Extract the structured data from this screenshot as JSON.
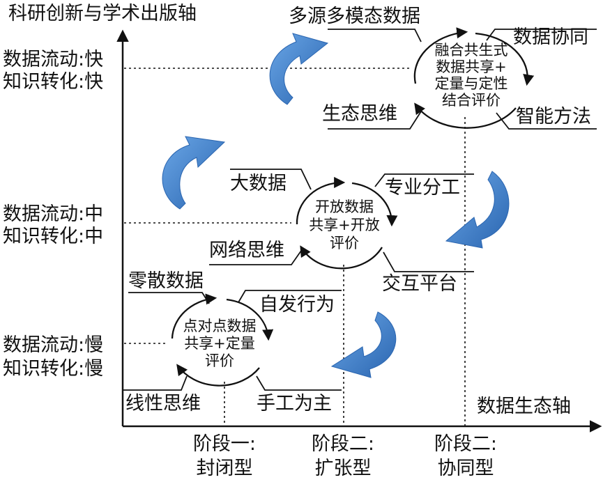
{
  "axes": {
    "y_title": "科研创新与学术出版轴",
    "x_title": "数据生态轴"
  },
  "levels": [
    {
      "flow": "数据流动:快",
      "transform": "知识转化:快"
    },
    {
      "flow": "数据流动:中",
      "transform": "知识转化:中"
    },
    {
      "flow": "数据流动:慢",
      "transform": "知识转化:慢"
    }
  ],
  "stages": [
    {
      "line1": "阶段一:",
      "line2": "封闭型"
    },
    {
      "line1": "阶段二:",
      "line2": "扩张型"
    },
    {
      "line1": "阶段二:",
      "line2": "协同型"
    }
  ],
  "cycles": {
    "top": {
      "center": [
        "融合共生式",
        "数据共享+",
        "定量与定性",
        "结合评价"
      ],
      "top_left": "多源多模态数据",
      "top_right": "数据协同",
      "bottom_left": "生态思维",
      "bottom_right": "智能方法"
    },
    "middle": {
      "center": [
        "开放数据",
        "共享+开放",
        "评价"
      ],
      "top_left": "大数据",
      "top_right": "专业分工",
      "bottom_left": "网络思维",
      "bottom_right": "交互平台"
    },
    "bottom": {
      "center": [
        "点对点数据",
        "共享+定量",
        "评价"
      ],
      "top_left": "零散数据",
      "top_right": "自发行为",
      "bottom_left": "线性思维",
      "bottom_right": "手工为主"
    }
  },
  "colors": {
    "arrow_blue": "#3c82cf",
    "arrow_blue_dark": "#2a65b0",
    "line": "#111111"
  }
}
